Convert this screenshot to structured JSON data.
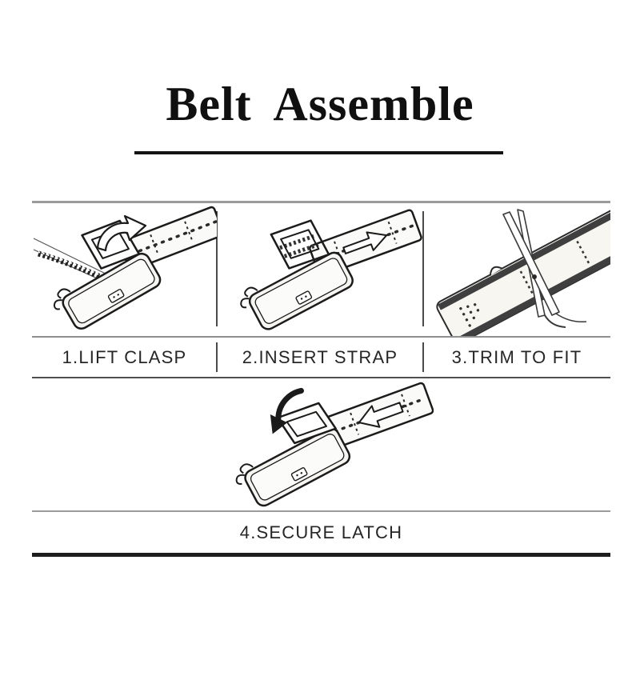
{
  "title": {
    "text": "Belt Assemble"
  },
  "steps": [
    {
      "label": "1.LIFT CLASP"
    },
    {
      "label": "2.INSERT STRAP"
    },
    {
      "label": "3.TRIM TO FIT"
    },
    {
      "label": "4.SECURE LATCH"
    }
  ],
  "icons": {
    "step1_arrow": "curved-lift-arrow",
    "step2_arrow": "insert-direction-arrow-right",
    "step3_tool": "scissors",
    "step4_arrow": "curved-close-arrow",
    "step4_strap_arrow": "strap-direction-arrow-left"
  },
  "colors": {
    "background": "#ffffff",
    "ink": "#1b1b1b",
    "rule_light": "#9b9b9b",
    "rule_medium": "#4f4f4f",
    "rule_heavy": "#1e1e1e",
    "label_text": "#262626"
  }
}
